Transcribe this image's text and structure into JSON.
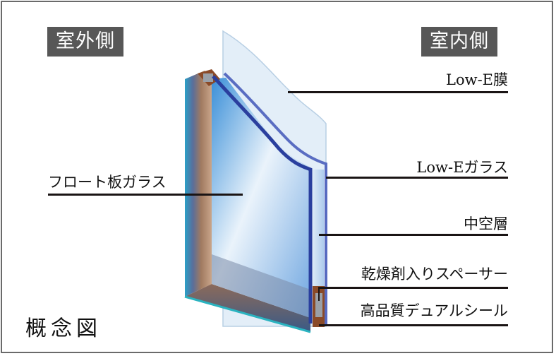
{
  "diagram": {
    "title": "概念図",
    "outdoor_label": "室外側",
    "indoor_label": "室内側",
    "callouts": {
      "low_e_film": "Low-E膜",
      "low_e_glass": "Low-Eガラス",
      "hollow_layer": "中空層",
      "spacer": "乾燥剤入りスペーサー",
      "dual_seal": "高品質デュアルシール",
      "float_glass": "フロート板ガラス"
    },
    "colors": {
      "label_bg": "#575757",
      "glass_blue": "#2a3f9e",
      "frame_brown": "#8a5a3a",
      "leader_line": "#1a1414"
    }
  }
}
